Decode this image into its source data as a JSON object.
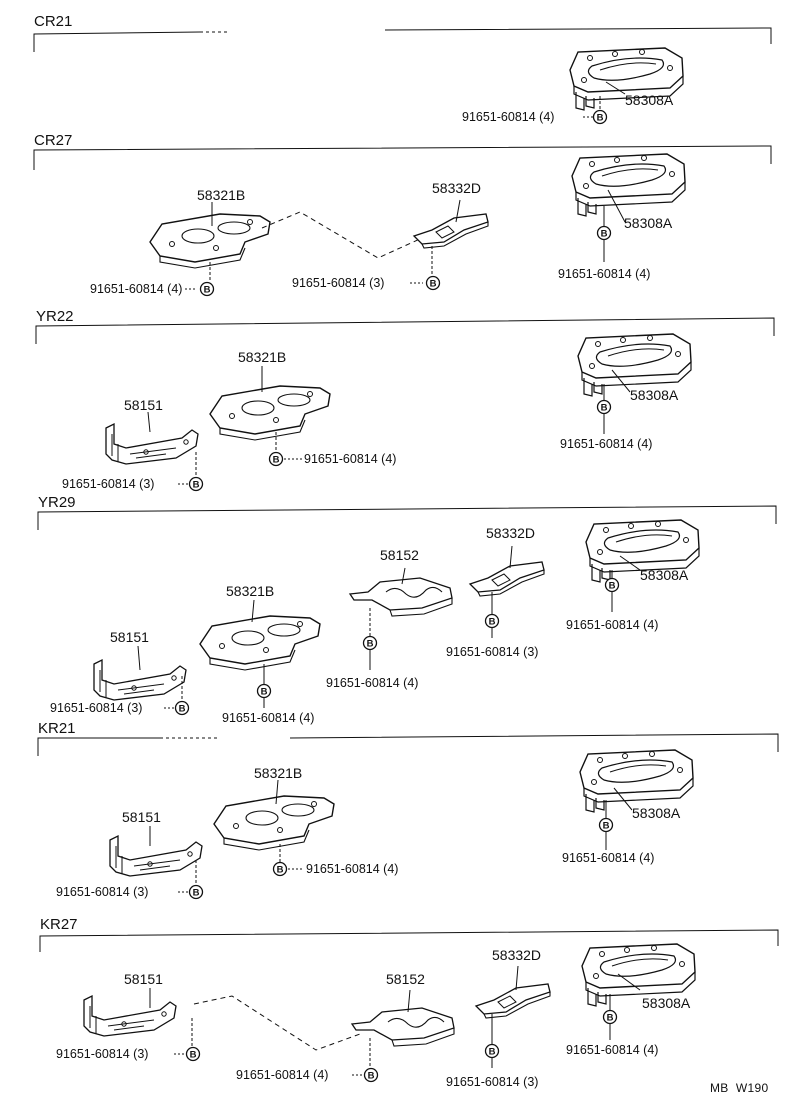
{
  "sections": [
    {
      "name": "CR21",
      "callouts": [
        {
          "part": "58308A",
          "bolt": "91651-60814 (4)",
          "marker": "B"
        }
      ]
    },
    {
      "name": "CR27",
      "callouts": [
        {
          "part": "58321B",
          "bolt": "91651-60814 (4)",
          "marker": "B"
        },
        {
          "part": "58332D",
          "bolt": "91651-60814 (3)",
          "marker": "B"
        },
        {
          "part": "58308A",
          "bolt": "91651-60814 (4)",
          "marker": "B"
        }
      ]
    },
    {
      "name": "YR22",
      "callouts": [
        {
          "part": "58151",
          "bolt": "91651-60814 (3)",
          "marker": "B"
        },
        {
          "part": "58321B",
          "bolt": "91651-60814 (4)",
          "marker": "B"
        },
        {
          "part": "58308A",
          "bolt": "91651-60814 (4)",
          "marker": "B"
        }
      ]
    },
    {
      "name": "YR29",
      "callouts": [
        {
          "part": "58151",
          "bolt": "91651-60814 (3)",
          "marker": "B"
        },
        {
          "part": "58321B",
          "bolt": "91651-60814 (4)",
          "marker": "B"
        },
        {
          "part": "58152",
          "bolt": "91651-60814 (4)",
          "marker": "B"
        },
        {
          "part": "58332D",
          "bolt": "91651-60814 (3)",
          "marker": "B"
        },
        {
          "part": "58308A",
          "bolt": "91651-60814 (4)",
          "marker": "B"
        }
      ]
    },
    {
      "name": "KR21",
      "callouts": [
        {
          "part": "58151",
          "bolt": "91651-60814 (3)",
          "marker": "B"
        },
        {
          "part": "58321B",
          "bolt": "91651-60814 (4)",
          "marker": "B"
        },
        {
          "part": "58308A",
          "bolt": "91651-60814 (4)",
          "marker": "B"
        }
      ]
    },
    {
      "name": "KR27",
      "callouts": [
        {
          "part": "58151",
          "bolt": "91651-60814 (3)",
          "marker": "B"
        },
        {
          "part": "58152",
          "bolt": "91651-60814 (4)",
          "marker": "B"
        },
        {
          "part": "58332D",
          "bolt": "91651-60814 (3)",
          "marker": "B"
        },
        {
          "part": "58308A",
          "bolt": "91651-60814 (4)",
          "marker": "B"
        }
      ]
    }
  ],
  "reference": "MB  W190"
}
